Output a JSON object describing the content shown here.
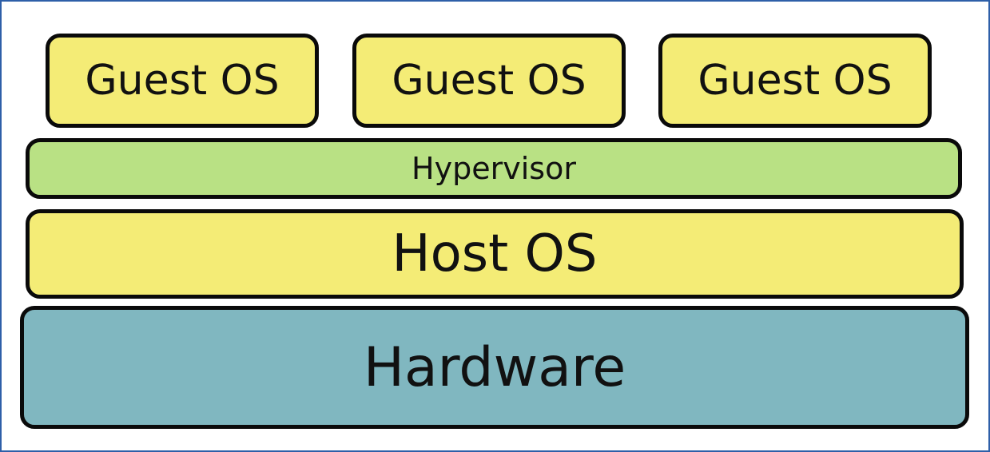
{
  "diagram": {
    "guests": [
      {
        "label": "Guest OS"
      },
      {
        "label": "Guest OS"
      },
      {
        "label": "Guest OS"
      }
    ],
    "hypervisor": {
      "label": "Hypervisor"
    },
    "host": {
      "label": "Host OS"
    },
    "hardware": {
      "label": "Hardware"
    }
  },
  "colors": {
    "os_fill": "#f4ec76",
    "hypervisor_fill": "#b9e184",
    "hardware_fill": "#80b7c0",
    "border": "#0a0a0a",
    "frame": "#2e5fa8"
  }
}
